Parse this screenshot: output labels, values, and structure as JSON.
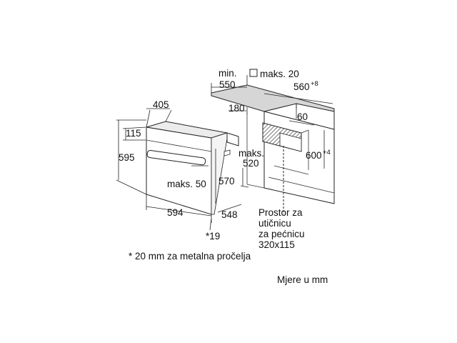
{
  "labels": {
    "min": "min.",
    "min_550": "550",
    "maks_20": "maks. 20",
    "d560": "560",
    "d560_sup": "+8",
    "d405": "405",
    "d180": "180",
    "d60": "60",
    "d115": "115",
    "d595": "595",
    "maks_520a": "maks.",
    "maks_520b": "520",
    "d600": "600",
    "d600_sup": "+4",
    "maks_50": "maks. 50",
    "d570": "570",
    "d594": "594",
    "d548": "548",
    "star19": "*19",
    "socket_1": "Prostor za",
    "socket_2": "utičnicu",
    "socket_3": "za pećnicu",
    "socket_4": "320x115"
  },
  "notes": {
    "footnote": "* 20 mm za metalna pročelja",
    "units": "Mjere u mm"
  }
}
